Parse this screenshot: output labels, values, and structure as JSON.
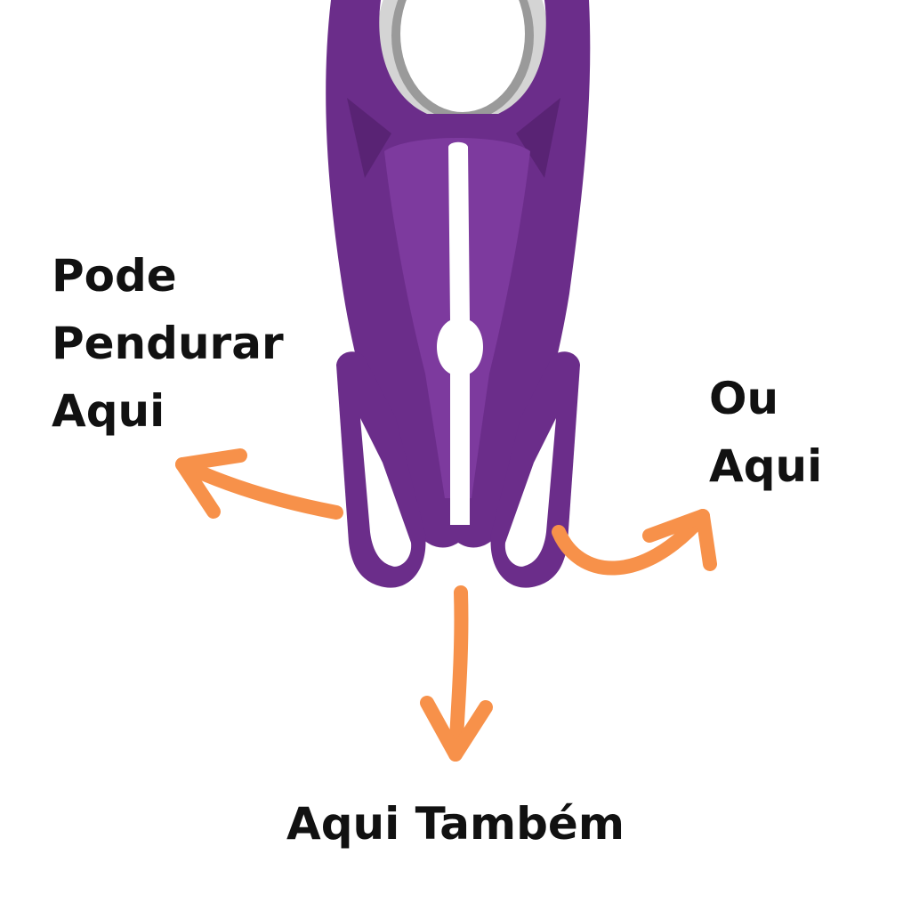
{
  "labels": {
    "left": [
      "Pode",
      "Pendurar",
      "Aqui"
    ],
    "right": [
      "Ou",
      "Aqui"
    ],
    "bottom": "Aqui Também"
  },
  "colors": {
    "hanger": "#6b2d8a",
    "hanger_dark": "#4a1b62",
    "hanger_light": "#8a4aa8",
    "arrow": "#f7914a",
    "text": "#111111",
    "metal": "#c9c9c9"
  }
}
